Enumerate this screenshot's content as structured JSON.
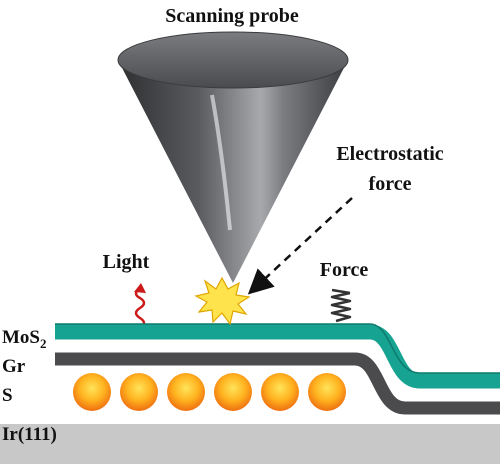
{
  "labels": {
    "probe": "Scanning probe",
    "electrostatic_line1": "Electrostatic",
    "electrostatic_line2": "force",
    "light": "Light",
    "force": "Force",
    "layer_mos2": "MoS",
    "layer_mos2_sub": "2",
    "layer_gr": "Gr",
    "layer_s": "S",
    "layer_ir": "Ir(111)"
  },
  "colors": {
    "mos2_layer": "#17a391",
    "graphene_layer": "#4b4b4d",
    "substrate": "#c8c8c8",
    "atom_center": "#ffd23a",
    "atom_edge": "#ef7a12",
    "light_wave": "#cc1a1a",
    "spark": "#ffe34d",
    "probe_dark": "#3e3f42",
    "probe_light": "#9a9ca0"
  },
  "icons": {
    "light": "wavy-arrow-icon",
    "force": "spring-icon",
    "contact": "spark-icon"
  },
  "sulfur_atom_count": 6
}
